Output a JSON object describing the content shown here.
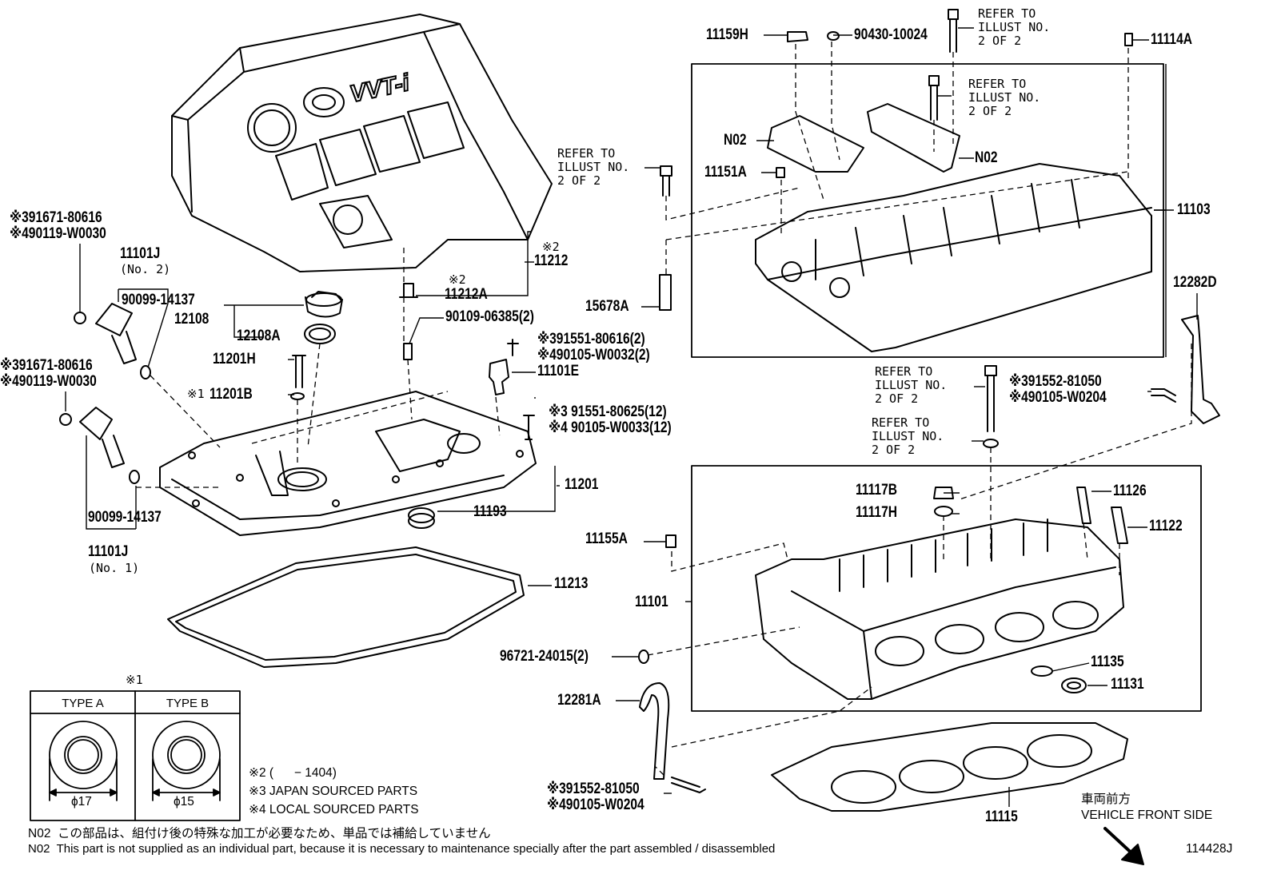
{
  "parts": {
    "p11159H": "11159H",
    "p90430": "90430-10024",
    "p11114A": "11114A",
    "pN02a": "N02",
    "pN02b": "N02",
    "p11151A": "11151A",
    "p11103": "11103",
    "p15678A": "15678A",
    "p12282D": "12282D",
    "p11212": "11212",
    "p11212A": "11212A",
    "p12108": "12108",
    "p12108A": "12108A",
    "p90109": "90109-06385(2)",
    "p11201H": "11201H",
    "p11201B": "11201B",
    "p11101E": "11101E",
    "p11201": "11201",
    "p11193": "11193",
    "p11213": "11213",
    "p11101Jtop": "11101J",
    "p90099top": "90099-14137",
    "p11101Jbot": "11101J",
    "p90099bot": "90099-14137",
    "p11117B": "11117B",
    "p11117H": "11117H",
    "p11126": "11126",
    "p11122": "11122",
    "p11155A": "11155A",
    "p11101": "11101",
    "p96721": "96721-24015(2)",
    "p11135": "11135",
    "p11131": "11131",
    "p12281A": "12281A",
    "p11115": "11115"
  },
  "qualifiers": {
    "no2": "(No. 2)",
    "no1": "(No. 1)",
    "mark2a": "※2",
    "mark2b": "※2",
    "mark1": "※1",
    "mark1box": "※1"
  },
  "alt_numbers": {
    "a1_j": "※391671-80616",
    "a1_l": "※490119-W0030",
    "a2_j": "※391671-80616",
    "a2_l": "※490119-W0030",
    "a3_j": "※391551-80616(2)",
    "a3_l": "※490105-W0032(2)",
    "a4_j": "※3 91551-80625(12)",
    "a4_l": "※4 90105-W0033(12)",
    "a5_j": "※391552-81050",
    "a5_l": "※490105-W0204",
    "a6_j": "※391552-81050",
    "a6_l": "※490105-W0204"
  },
  "refer_notes": {
    "r1": "REFER TO\nILLUST NO.\n2 OF 2",
    "r2": "REFER TO\nILLUST NO.\n2 OF 2",
    "r3": "REFER TO\nILLUST NO.\n2 OF 2",
    "r4": "REFER TO\nILLUST NO.\n2 OF 2",
    "r5": "REFER TO\nILLUST NO.\n2 OF 2"
  },
  "type_table": {
    "type_a": "TYPE A",
    "type_b": "TYPE B",
    "dim_a": "ϕ17",
    "dim_b": "ϕ15"
  },
  "legend": {
    "l2": "※2 (      − 1404)",
    "l3": "※3 JAPAN SOURCED PARTS",
    "l4": "※4 LOCAL SOURCED PARTS"
  },
  "footnotes": {
    "n02_jp": "N02  この部品は、組付け後の特殊な加工が必要なため、単品では補給していません",
    "n02_en": "N02  This part is not supplied as an individual part, because it is necessary to maintenance specially after the part assembled / disassembled"
  },
  "direction": {
    "jp": "車両前方",
    "en": "VEHICLE FRONT SIDE"
  },
  "illustration_id": "114428J",
  "logo_text": "VVT-i"
}
